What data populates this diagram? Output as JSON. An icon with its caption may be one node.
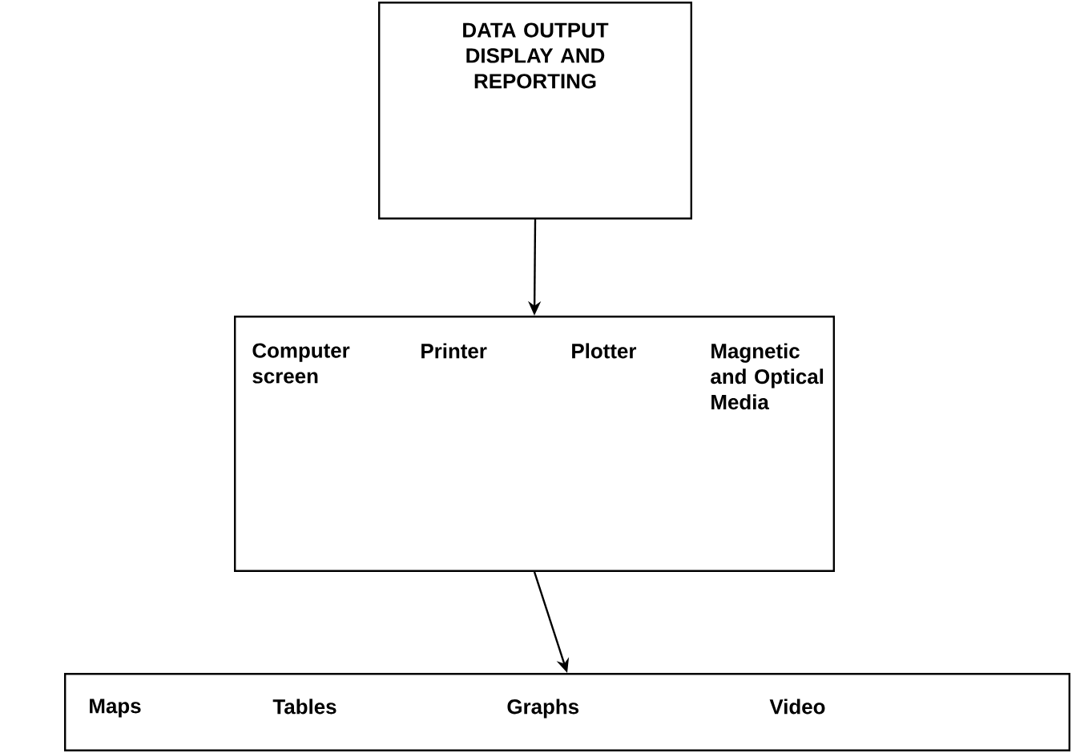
{
  "diagram": {
    "nodes": [
      {
        "text": [
          "DATA OUTPUT DISPLAY AND REPORTING"
        ]
      },
      {
        "text": [
          "Computer screen",
          "Printer",
          "Plotter",
          "Magnetic and Optical Media"
        ]
      },
      {
        "text": [
          "Maps",
          "Tables",
          "Graphs",
          "Video"
        ]
      }
    ],
    "edges": [
      {
        "from": 0,
        "to": 1,
        "arrow": "to"
      },
      {
        "from": 1,
        "to": 2,
        "arrow": "to"
      }
    ]
  }
}
